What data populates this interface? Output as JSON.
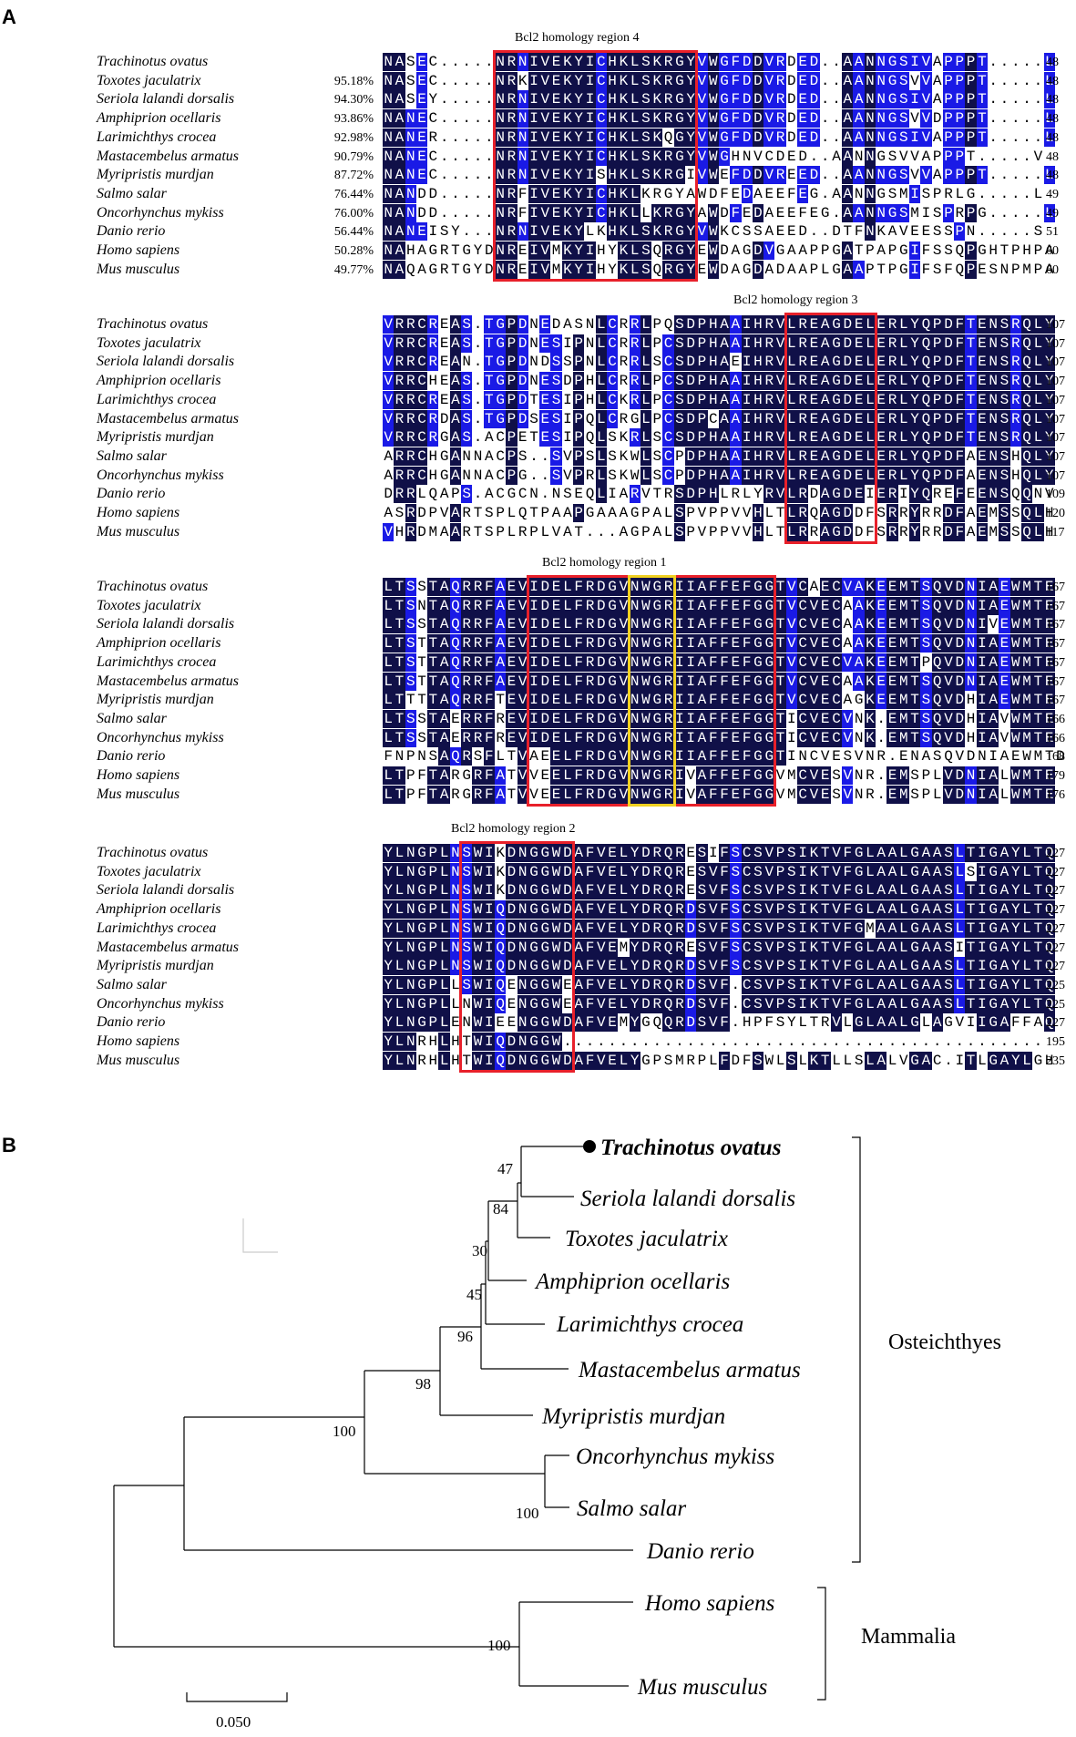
{
  "panels": {
    "a": "A",
    "b": "B"
  },
  "alignment_blocks": [
    {
      "region_title": "Bcl2 homology region 4",
      "rows": [
        {
          "species": "Trachinotus ovatus",
          "identity": "",
          "seq": "NASEC.....NRNIVEKYICHKLSKRGYVWGFDDVRDED..AANNGSIVAPPPT.....L",
          "end": "48"
        },
        {
          "species": "Toxotes jaculatrix",
          "identity": "95.18%",
          "seq": "NASEC.....NRKIVEKYICHKLSKRGYVWGFDDVRDED..AANNGSVVAPPPT.....L",
          "end": "48"
        },
        {
          "species": "Seriola lalandi dorsalis",
          "identity": "94.30%",
          "seq": "NASEY.....NRNIVEKYICHKLSKRGYVWGFDDVRDED..AANNGSIVAPPPT.....L",
          "end": "48"
        },
        {
          "species": "Amphiprion ocellaris",
          "identity": "93.86%",
          "seq": "NANEC.....NRNIVEKYICHKLSKRGYVWGFDDVRDED..AANNGSVVDPPPT.....L",
          "end": "48"
        },
        {
          "species": "Larimichthys crocea",
          "identity": "92.98%",
          "seq": "NANER.....NRNIVEKYICHKLSKQGYVWGFDDVRDED..AANNGSIVAPPPT.....L",
          "end": "48"
        },
        {
          "species": "Mastacembelus armatus",
          "identity": "90.79%",
          "seq": "NANEC.....NRNIVEKYICHKLSKRGYVWGHNVCDED..AANNGSVVAPPPT.....V",
          "end": "48"
        },
        {
          "species": "Myripristis murdjan",
          "identity": "87.72%",
          "seq": "NANEC.....NRNIVEKYISHKLSKRGIVWEFDDVREED..AANNGSVVAPPPT.....L",
          "end": "48"
        },
        {
          "species": "Salmo salar",
          "identity": "76.44%",
          "seq": "NANDD.....NRFIVEKYICHKLKRGYAWDFEDAEEFEG.AANNGSMISPRLG.....L",
          "end": "49"
        },
        {
          "species": "Oncorhynchus mykiss",
          "identity": "76.00%",
          "seq": "NANDD.....NRFIVEKYICHKLLKRGYAWDFEDAEEFEG.AANNGSMISPRPG.....L",
          "end": "49"
        },
        {
          "species": "Danio rerio",
          "identity": "56.44%",
          "seq": "NANEISY...NRNIVEKYLKHKLSKRGYVWKCSSAEED..DTFNKAVEESSPN.....S",
          "end": "51"
        },
        {
          "species": "Homo sapiens",
          "identity": "50.28%",
          "seq": "NAHAGRTGYDNREIVMKYIHYKLSQRGYEWDAGDVGAAPPGATPAPGIFSSQPGHTPHPA",
          "end": "60"
        },
        {
          "species": "Mus musculus",
          "identity": "49.77%",
          "seq": "NAQAGRTGYDNREIVMKYIHYKLSQRGYEWDAGDADAAPLGAAPTPGIFSFQPESNPMPA",
          "end": "60"
        }
      ]
    },
    {
      "region_title": "Bcl2 homology region 3",
      "rows": [
        {
          "species": "Trachinotus ovatus",
          "identity": "",
          "seq": "VRRCREAS.TGPDNEDASNLCRRLPQSDPHAAIHRVLREAGDELERLYQPDFTENSRQLY",
          "end": "107"
        },
        {
          "species": "Toxotes jaculatrix",
          "identity": "",
          "seq": "VRRCREAS.TGPDNESIPNLCRRLPCSDPHAAIHRVLREAGDELERLYQPDFTENSRQLY",
          "end": "107"
        },
        {
          "species": "Seriola lalandi dorsalis",
          "identity": "",
          "seq": "VRRCREAN.TGPDNDSSPNLCRRLSCSDPHAEIHRVLREAGDELERLYQPDFTENSRQLY",
          "end": "107"
        },
        {
          "species": "Amphiprion ocellaris",
          "identity": "",
          "seq": "VRRCHEAS.TGPDNESDPHLCRRLPCSDPHAAIHRVLREAGDELERLYQPDFTENSRQLY",
          "end": "107"
        },
        {
          "species": "Larimichthys crocea",
          "identity": "",
          "seq": "VRRCREAS.TGPDTESIPHLCKRLPCSDPHAAIHRVLREAGDELERLYQPDFTENSRQLY",
          "end": "107"
        },
        {
          "species": "Mastacembelus armatus",
          "identity": "",
          "seq": "VRRCRDAS.TGPDSESIPQLCRGLPCSDPCAAIHRVLREAGDELERLYQPDFTENSRQLY",
          "end": "107"
        },
        {
          "species": "Myripristis murdjan",
          "identity": "",
          "seq": "VRRCRGAS.ACPETESIPQLSKRLSCSDPHAAIHRVLREAGDELERLYQPDFTENSRQLY",
          "end": "107"
        },
        {
          "species": "Salmo salar",
          "identity": "",
          "seq": "ARRCHGANNACPS..SVPSLSKWLSCPDPHAAIHRVLREAGDELERLYQPDFAENSHQLY",
          "end": "107"
        },
        {
          "species": "Oncorhynchus mykiss",
          "identity": "",
          "seq": "ARRCHGANNACPG..SVPRLSKWLSCPDPHAAIHRVLREAGDELERLYQPDFAENSHQLY",
          "end": "107"
        },
        {
          "species": "Danio rerio",
          "identity": "",
          "seq": "DRRLQAPS.ACGCN.NSEQLIARVTRSDPHLRLYRVLRDAGDEIERIYQREFEENSQQNV",
          "end": "109"
        },
        {
          "species": "Homo sapiens",
          "identity": "",
          "seq": "ASRDPVARTSPLQTPAAPGAAAGPALSPVPPVVHLTLRQAGDDFSRRYRRDFAEMSSQLH",
          "end": "120"
        },
        {
          "species": "Mus musculus",
          "identity": "",
          "seq": "VHRDMAARTSPLRPLVAT...AGPALSPVPPVVHLTLRRAGDDFSRRYRRDFAEMSSQLH",
          "end": "117"
        }
      ]
    },
    {
      "region_title": "Bcl2 homology region 1",
      "rows": [
        {
          "species": "Trachinotus ovatus",
          "identity": "",
          "seq": "LTSSTAQRRFAEVIDELFRDGVNWGRIIAFFEFGGTVCAECVAKEEMTSQVDNIAEWMTE",
          "end": "167"
        },
        {
          "species": "Toxotes jaculatrix",
          "identity": "",
          "seq": "LTSNTAQRRFAEVIDELFRDGVNWGRIIAFFEFGGTVCVECAAKEEMTSQVDNIAEWMTE",
          "end": "167"
        },
        {
          "species": "Seriola lalandi dorsalis",
          "identity": "",
          "seq": "LTSSTAQRRFAEVIDELFRDGVNWGRIIAFFEFGGTVCVECAAKEEMTSQVDNIVEWMTE",
          "end": "167"
        },
        {
          "species": "Amphiprion ocellaris",
          "identity": "",
          "seq": "LTSTTAQRRFAEVIDELFRDGVNWGRIIAFFEFGGTVCVECAAKEEMTSQVDNIAEWMTE",
          "end": "167"
        },
        {
          "species": "Larimichthys crocea",
          "identity": "",
          "seq": "LTSTTAQRRFAEVIDELFRDGVNWGRIIAFFEFGGTVCVECVAKEEMTPQVDNIAEWMTE",
          "end": "167"
        },
        {
          "species": "Mastacembelus armatus",
          "identity": "",
          "seq": "LTSTTAQRRFAEVIDELFRDGVNWGRIIAFFEFGGTVCVECAAKEEMTSQVDNIAEWMTE",
          "end": "167"
        },
        {
          "species": "Myripristis murdjan",
          "identity": "",
          "seq": "LTTTTAQRRFTEVIDELFRDGVNWGRIIAFFEFGGTVCVECAGKEEMTSQVDHIAEWMTE",
          "end": "167"
        },
        {
          "species": "Salmo salar",
          "identity": "",
          "seq": "LTSSTAERRFREVIDELFRDGVNWGRIIAFFEFGGTICVECVNK.EMTSQVDHIAVWMTE",
          "end": "166"
        },
        {
          "species": "Oncorhynchus mykiss",
          "identity": "",
          "seq": "LTSSTAERRFREVIDELFRDGVNWGRIIAFFEFGGTICVECVNK.EMTSQVDHIAVWMTE",
          "end": "166"
        },
        {
          "species": "Danio rerio",
          "identity": "",
          "seq": "FNPNSAQRSFLTVAEELFRDGVNWGRIIAFFEFGGTINCVESVNR.ENASQVDNIAEWMTD",
          "end": "168"
        },
        {
          "species": "Homo sapiens",
          "identity": "",
          "seq": "LTPFTARGRFATVVEELFRDGVNWGRIVAFFEFGGVMCVESVNR.EMSPLVDNIALWMTE",
          "end": "179"
        },
        {
          "species": "Mus musculus",
          "identity": "",
          "seq": "LTPFTARGRFATVVEELFRDGVNWGRIVAFFEFGGVMCVESVNR.EMSPLVDNIALWMTE",
          "end": "176"
        }
      ]
    },
    {
      "region_title": "Bcl2 homology region 2",
      "rows": [
        {
          "species": "Trachinotus ovatus",
          "identity": "",
          "seq": "YLNGPLNSWIKDNGGWDAFVELYDRQRESIFSCSVPSIKTVFGLAALGAASLTIGAYLTQ",
          "end": "227"
        },
        {
          "species": "Toxotes jaculatrix",
          "identity": "",
          "seq": "YLNGPLNSWIKDNGGWDAFVELYDRQRESVFSCSVPSIKTVFGLAALGAASLSIGAYLTQ",
          "end": "227"
        },
        {
          "species": "Seriola lalandi dorsalis",
          "identity": "",
          "seq": "YLNGPLNSWIKDNGGWDAFVELYDRQRESVFSCSVPSIKTVFGLAALGAASLTIGAYLTQ",
          "end": "227"
        },
        {
          "species": "Amphiprion ocellaris",
          "identity": "",
          "seq": "YLNGPLNSWIQDNGGWDAFVELYDRQRDSVFSCSVPSIKTVFGLAALGAASLTIGAYLTQ",
          "end": "227"
        },
        {
          "species": "Larimichthys crocea",
          "identity": "",
          "seq": "YLNGPLNSWIQDNGGWDAFVELYDRQRDSVFSCSVPSIKTVFGMAALGAASLTIGAYLTQ",
          "end": "227"
        },
        {
          "species": "Mastacembelus armatus",
          "identity": "",
          "seq": "YLNGPLNSWIQDNGGWDAFVEMYDRQRESVFSCSVPSIKTVFGLAALGAASITIGAYLTQ",
          "end": "227"
        },
        {
          "species": "Myripristis murdjan",
          "identity": "",
          "seq": "YLNGPLNSWIQDNGGWDAFVELYDRQRDSVFSCSVPSIKTVFGLAALGAASLTIGAYLTQ",
          "end": "227"
        },
        {
          "species": "Salmo salar",
          "identity": "",
          "seq": "YLNGPLLSWIQENGGWEAFVELYDRQRDSVF.CSVPSIKTVFGLAALGAASLTIGAYLTQ",
          "end": "225"
        },
        {
          "species": "Oncorhynchus mykiss",
          "identity": "",
          "seq": "YLNGPLLNWIQENGGWEAFVELYDRQRDSVF.CSVPSIKTVFGLAALGAASLTIGAYLTQ",
          "end": "225"
        },
        {
          "species": "Danio rerio",
          "identity": "",
          "seq": "YLNGPLENWIEENGGWDAFVEMYGQQRDSVF.HPFSYLTRVLGLAALGLAGVIIGAFFAQ",
          "end": "227"
        },
        {
          "species": "Homo sapiens",
          "identity": "",
          "seq": "YLNRHLHTWIQDNGGW...........................................",
          "end": "195"
        },
        {
          "species": "Mus musculus",
          "identity": "",
          "seq": "YLNRHLHTWIQDNGGWDAFVELYGPSMRPLFDFSWLSLKTLLSLALVGAC.ITLGAYLGH",
          "end": "235"
        }
      ]
    }
  ],
  "tree": {
    "taxa": [
      "Trachinotus ovatus",
      "Seriola lalandi dorsalis",
      "Toxotes jaculatrix",
      "Amphiprion ocellaris",
      "Larimichthys crocea",
      "Mastacembelus armatus",
      "Myripristis murdjan",
      "Oncorhynchus mykiss",
      "Salmo salar",
      "Danio rerio",
      "Homo sapiens",
      "Mus musculus"
    ],
    "bootstrap": [
      "47",
      "84",
      "30",
      "45",
      "96",
      "98",
      "100",
      "100",
      "100"
    ],
    "groups": [
      "Osteichthyes",
      "Mammalia"
    ],
    "scale_label": "0.050"
  },
  "colors": {
    "identical": "#101048",
    "similar": "#1a1ae6",
    "box": "#e8202a",
    "motif": "#f0d020"
  }
}
